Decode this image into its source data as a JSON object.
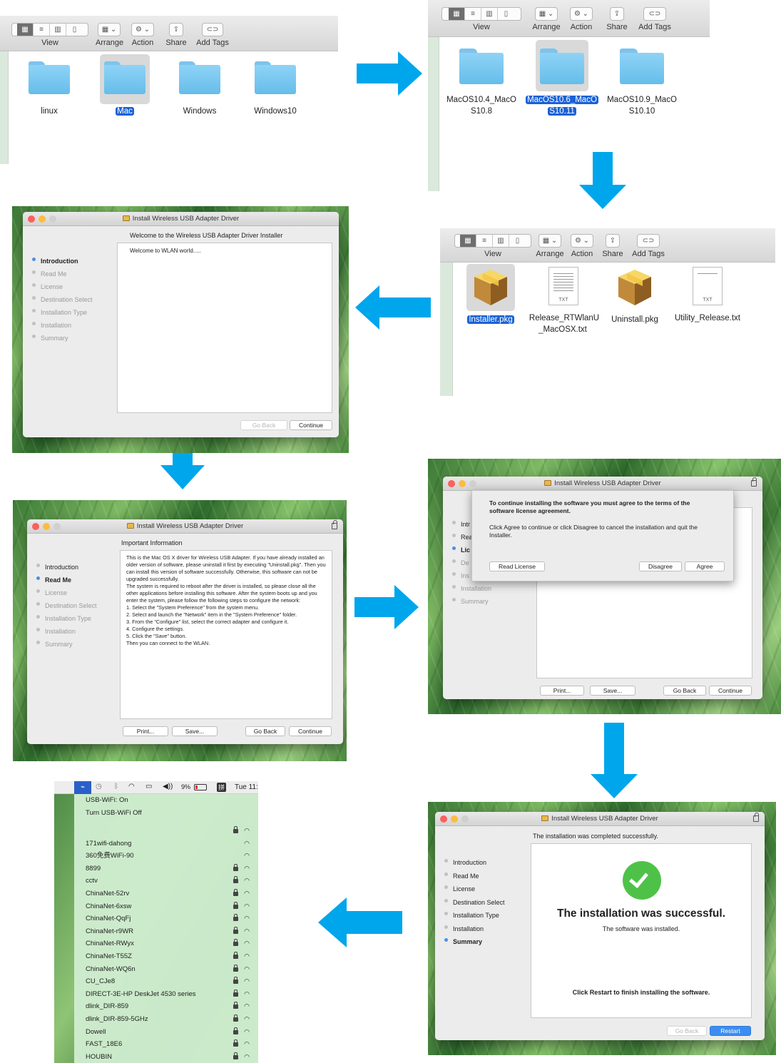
{
  "finder": {
    "toolbar": {
      "view": "View",
      "arrange": "Arrange",
      "action": "Action",
      "share": "Share",
      "add_tags": "Add Tags"
    },
    "panel1": {
      "items": [
        "linux",
        "Mac",
        "Windows",
        "Windows10"
      ],
      "selected": "Mac"
    },
    "panel2": {
      "items": [
        [
          "MacOS10.4_MacO",
          "S10.8"
        ],
        [
          "MacOS10.6_MacO",
          "S10.11"
        ],
        [
          "MacOS10.9_MacO",
          "S10.10"
        ]
      ],
      "selected_index": 1
    },
    "panel3": {
      "items": [
        "Installer.pkg",
        "Release_RTWlanU\n_MacOSX.txt",
        "Uninstall.pkg",
        "Utility_Release.txt"
      ],
      "selected": "Installer.pkg",
      "txt_badge": "TXT"
    }
  },
  "installer": {
    "title": "Install Wireless USB Adapter Driver",
    "steps": [
      "Introduction",
      "Read Me",
      "License",
      "Destination Select",
      "Installation Type",
      "Installation",
      "Summary"
    ],
    "intro": {
      "heading": "Welcome to the Wireless USB Adapter Driver Installer",
      "body": "Welcome to WLAN world.....",
      "go_back": "Go Back",
      "continue": "Continue"
    },
    "readme": {
      "heading": "Important Information",
      "body": "    This is the Mac OS X driver for Wireless USB Adapter. If you have already installed an older version of software, please uninstall it first by executing \"Uninstall.pkg\". Then you can install this version of software successfully. Otherwise, this software can not be upgraded successfully.\nThe system is required to reboot after the driver is installed, so please close all the other applications before installing this software. After the system boots up and you enter the system, please follow the following steps to configure the network:\n1. Select the \"System Preference\" from the system menu.\n2. Select and launch the \"Network\" item in the \"System Preference\" folder.\n3. From the \"Configure\" list, select the correct adapter and configure it.\n4. Configure the settings.\n5. Click the \"Save\" button.\nThen you can connect to the WLAN.",
      "print": "Print...",
      "save": "Save...",
      "go_back": "Go Back",
      "continue": "Continue"
    },
    "license": {
      "sheet_bold": "To continue installing the software you must agree to the terms of the software license agreement.",
      "sheet_text": "Click Agree to continue or click Disagree to cancel the installation and quit the Installer.",
      "read_license": "Read License",
      "disagree": "Disagree",
      "agree": "Agree",
      "steps_partial": [
        "Intr",
        "Rea",
        "Lic",
        "De",
        "Ins",
        "Installation",
        "Summary"
      ],
      "print": "Print...",
      "save": "Save...",
      "go_back": "Go Back",
      "continue": "Continue"
    },
    "summary": {
      "heading": "The installation was completed successfully.",
      "big": "The installation was successful.",
      "sub": "The software was installed.",
      "footer": "Click Restart to finish installing the software.",
      "go_back": "Go Back",
      "restart": "Restart"
    }
  },
  "wifi_menu": {
    "menubar": {
      "battery": "9%",
      "time": "Tue 11:",
      "ime": "拼"
    },
    "status": "USB-WiFi: On",
    "toggle": "Turn USB-WiFi Off",
    "networks": [
      {
        "name": "",
        "lock": true
      },
      {
        "name": "171wifi-dahong",
        "lock": false
      },
      {
        "name": "360免费WiFi-90",
        "lock": false
      },
      {
        "name": "8899",
        "lock": true
      },
      {
        "name": "cctv",
        "lock": true
      },
      {
        "name": "ChinaNet-52rv",
        "lock": true
      },
      {
        "name": "ChinaNet-6xsw",
        "lock": true
      },
      {
        "name": "ChinaNet-QqFj",
        "lock": true
      },
      {
        "name": "ChinaNet-r9WR",
        "lock": true
      },
      {
        "name": "ChinaNet-RWyx",
        "lock": true
      },
      {
        "name": "ChinaNet-T55Z",
        "lock": true
      },
      {
        "name": "ChinaNet-WQ6n",
        "lock": true
      },
      {
        "name": "CU_CJe8",
        "lock": true
      },
      {
        "name": "DIRECT-3E-HP DeskJet 4530 series",
        "lock": true
      },
      {
        "name": "dlink_DIR-859",
        "lock": true
      },
      {
        "name": "dlink_DIR-859-5GHz",
        "lock": true
      },
      {
        "name": "Dowell",
        "lock": true
      },
      {
        "name": "FAST_18E6",
        "lock": true
      },
      {
        "name": "HOUBIN",
        "lock": true
      }
    ]
  }
}
